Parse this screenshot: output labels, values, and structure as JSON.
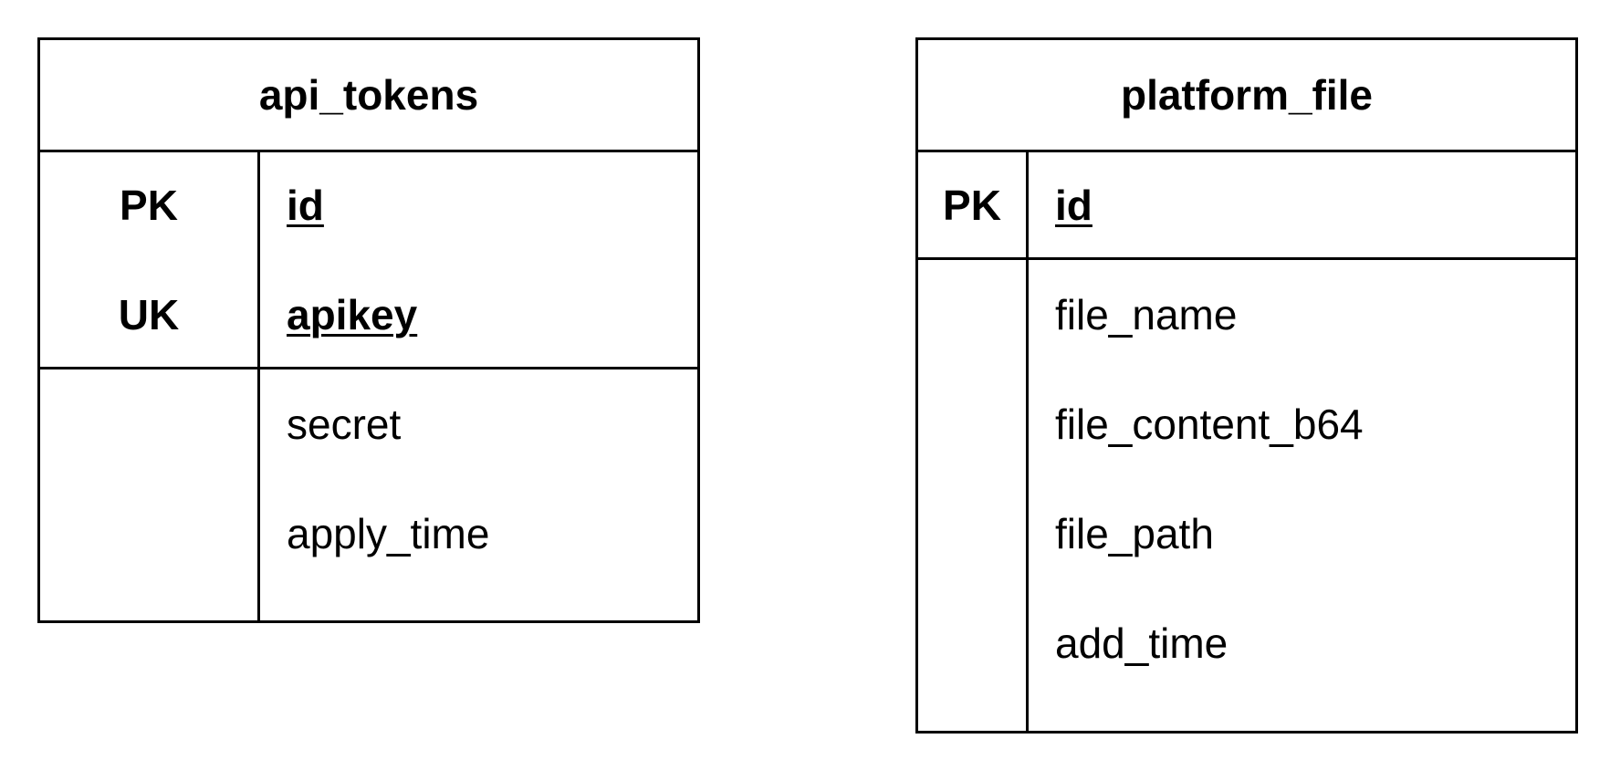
{
  "entities": [
    {
      "name": "api_tokens",
      "key_rows": [
        {
          "key": "PK",
          "field": "id"
        },
        {
          "key": "UK",
          "field": "apikey"
        }
      ],
      "attributes": [
        "secret",
        "apply_time"
      ]
    },
    {
      "name": "platform_file",
      "key_rows": [
        {
          "key": "PK",
          "field": "id"
        }
      ],
      "attributes": [
        "file_name",
        "file_content_b64",
        "file_path",
        "add_time"
      ]
    }
  ]
}
